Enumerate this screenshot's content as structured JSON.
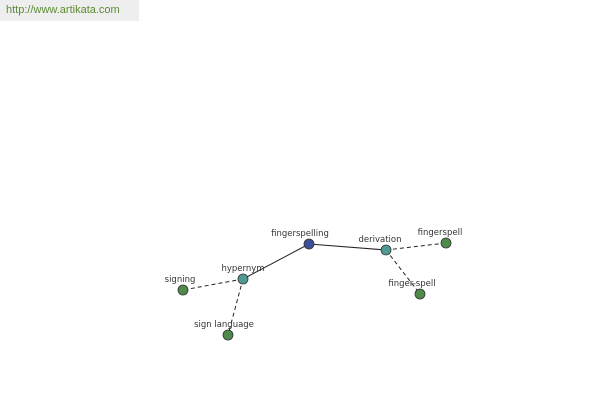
{
  "watermark": {
    "url": "http://www.artikata.com"
  },
  "graph": {
    "colors": {
      "center": "#3c4d9a",
      "relation": "#4f9a94",
      "term": "#4f8a4a",
      "outline": "#333333",
      "edge": "#222222"
    },
    "nodes": [
      {
        "id": "fingerspelling",
        "label": "fingerspelling",
        "kind": "center"
      },
      {
        "id": "derivation",
        "label": "derivation",
        "kind": "relation"
      },
      {
        "id": "hypernym",
        "label": "hypernym",
        "kind": "relation"
      },
      {
        "id": "fingerspell",
        "label": "fingerspell",
        "kind": "term"
      },
      {
        "id": "finger-spell",
        "label": "finger-spell",
        "kind": "term"
      },
      {
        "id": "signing",
        "label": "signing",
        "kind": "term"
      },
      {
        "id": "sign-language",
        "label": "sign language",
        "kind": "term"
      }
    ],
    "edges": [
      {
        "from": "fingerspelling",
        "to": "derivation",
        "style": "solid"
      },
      {
        "from": "fingerspelling",
        "to": "hypernym",
        "style": "solid"
      },
      {
        "from": "derivation",
        "to": "fingerspell",
        "style": "dashed"
      },
      {
        "from": "derivation",
        "to": "finger-spell",
        "style": "dashed"
      },
      {
        "from": "hypernym",
        "to": "signing",
        "style": "dashed"
      },
      {
        "from": "hypernym",
        "to": "sign-language",
        "style": "dashed"
      }
    ]
  }
}
